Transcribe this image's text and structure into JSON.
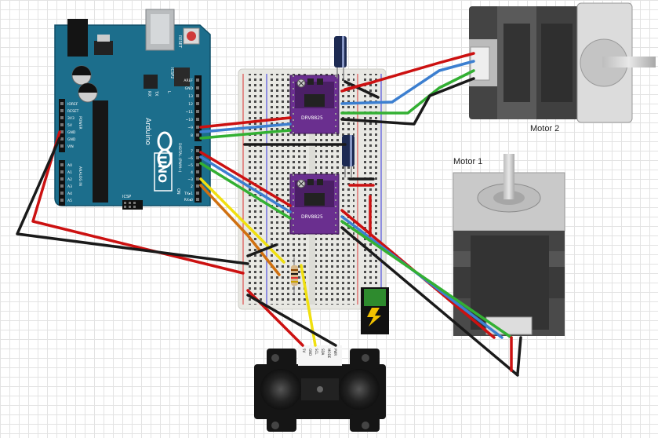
{
  "arduino": {
    "brand": "Arduino",
    "model": "UNO",
    "reset_label": "RESET",
    "icsp_label": "ICSP",
    "icsp2_label": "ICSP2",
    "tx_label": "TX",
    "rx_label": "RX",
    "l_label": "L",
    "on_label": "ON",
    "digital_label": "DIGITAL (PWM~)",
    "power_label": "POWER",
    "analog_label": "ANALOG IN",
    "power_pins": [
      "IOREF",
      "RESET",
      "3V3",
      "5V",
      "GND",
      "GND",
      "VIN"
    ],
    "analog_pins": [
      "A0",
      "A1",
      "A2",
      "A3",
      "A4",
      "A5"
    ],
    "top_pins": [
      "AREF",
      "GND",
      "13",
      "12",
      "~11",
      "~10",
      "~9",
      "8"
    ],
    "digital_pins": [
      "7",
      "~6",
      "~5",
      "4",
      "~3",
      "2",
      "TX▸1",
      "RX◂0"
    ]
  },
  "drivers": [
    {
      "label": "DRV8825"
    },
    {
      "label": "DRV8825"
    }
  ],
  "sensor": {
    "pins": [
      "5V",
      "GND",
      "SCL",
      "SDA",
      "MODE",
      "PWR"
    ]
  },
  "motors": [
    {
      "label": "Motor 1"
    },
    {
      "label": "Motor 2"
    }
  ],
  "colors": {
    "arduino_board": "#1c6e8c",
    "breadboard": "#e8e8e3",
    "driver_board": "#6a2f8f",
    "wire_red": "#cc1111",
    "wire_black": "#1a1a1a",
    "wire_blue": "#3c7fd0",
    "wire_green": "#33b033",
    "wire_yellow": "#f0e010",
    "wire_orange": "#d07010"
  }
}
